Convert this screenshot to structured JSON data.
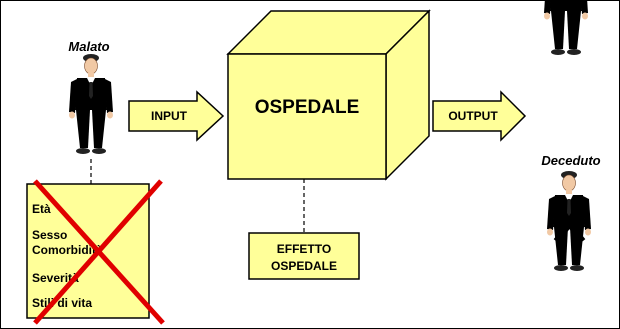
{
  "patient_label": "Malato",
  "deceased_label": "Deceduto",
  "input_label": "INPUT",
  "output_label": "OUTPUT",
  "hospital_label": "OSPEDALE",
  "effect_lines": [
    "EFFETTO",
    "OSPEDALE"
  ],
  "factors": [
    "Età",
    "Sesso",
    "Comorbidità",
    "Severità",
    "Stili di vita"
  ],
  "colors": {
    "cube_face": "#ffff99",
    "cube_edge": "#000000",
    "arrow_fill": "#ffff99",
    "box_fill": "#ffff99",
    "suit_red": "#ff0000",
    "suit_green": "#33cc33",
    "cross_red": "#e00000"
  }
}
